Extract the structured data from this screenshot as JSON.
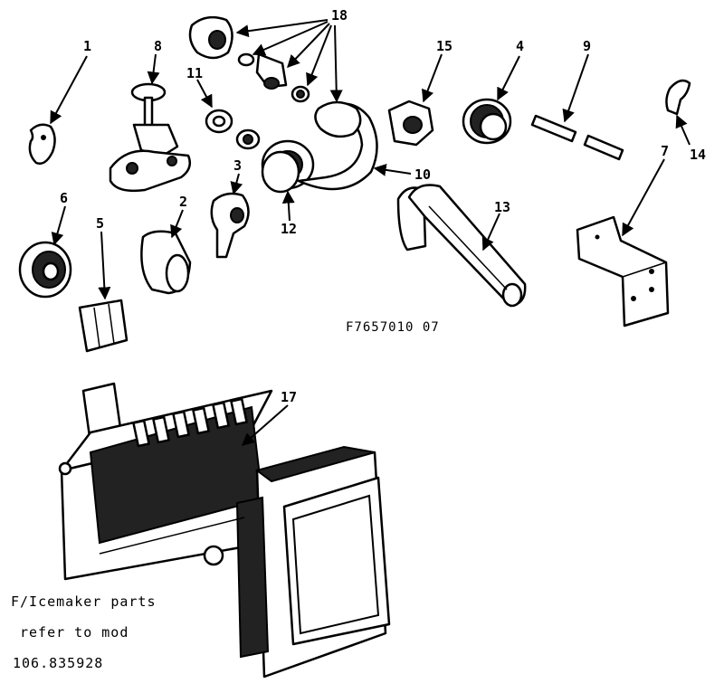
{
  "callouts": {
    "c1": "1",
    "c2": "2",
    "c3": "3",
    "c4": "4",
    "c5": "5",
    "c6": "6",
    "c7": "7",
    "c8": "8",
    "c9": "9",
    "c10": "10",
    "c11": "11",
    "c12": "12",
    "c13": "13",
    "c14": "14",
    "c15": "15",
    "c17": "17",
    "c18": "18"
  },
  "figure_code": "F7657010 07",
  "note": {
    "line1": "F/Icemaker parts",
    "line2": "refer to mod",
    "line3": "106.835928"
  }
}
